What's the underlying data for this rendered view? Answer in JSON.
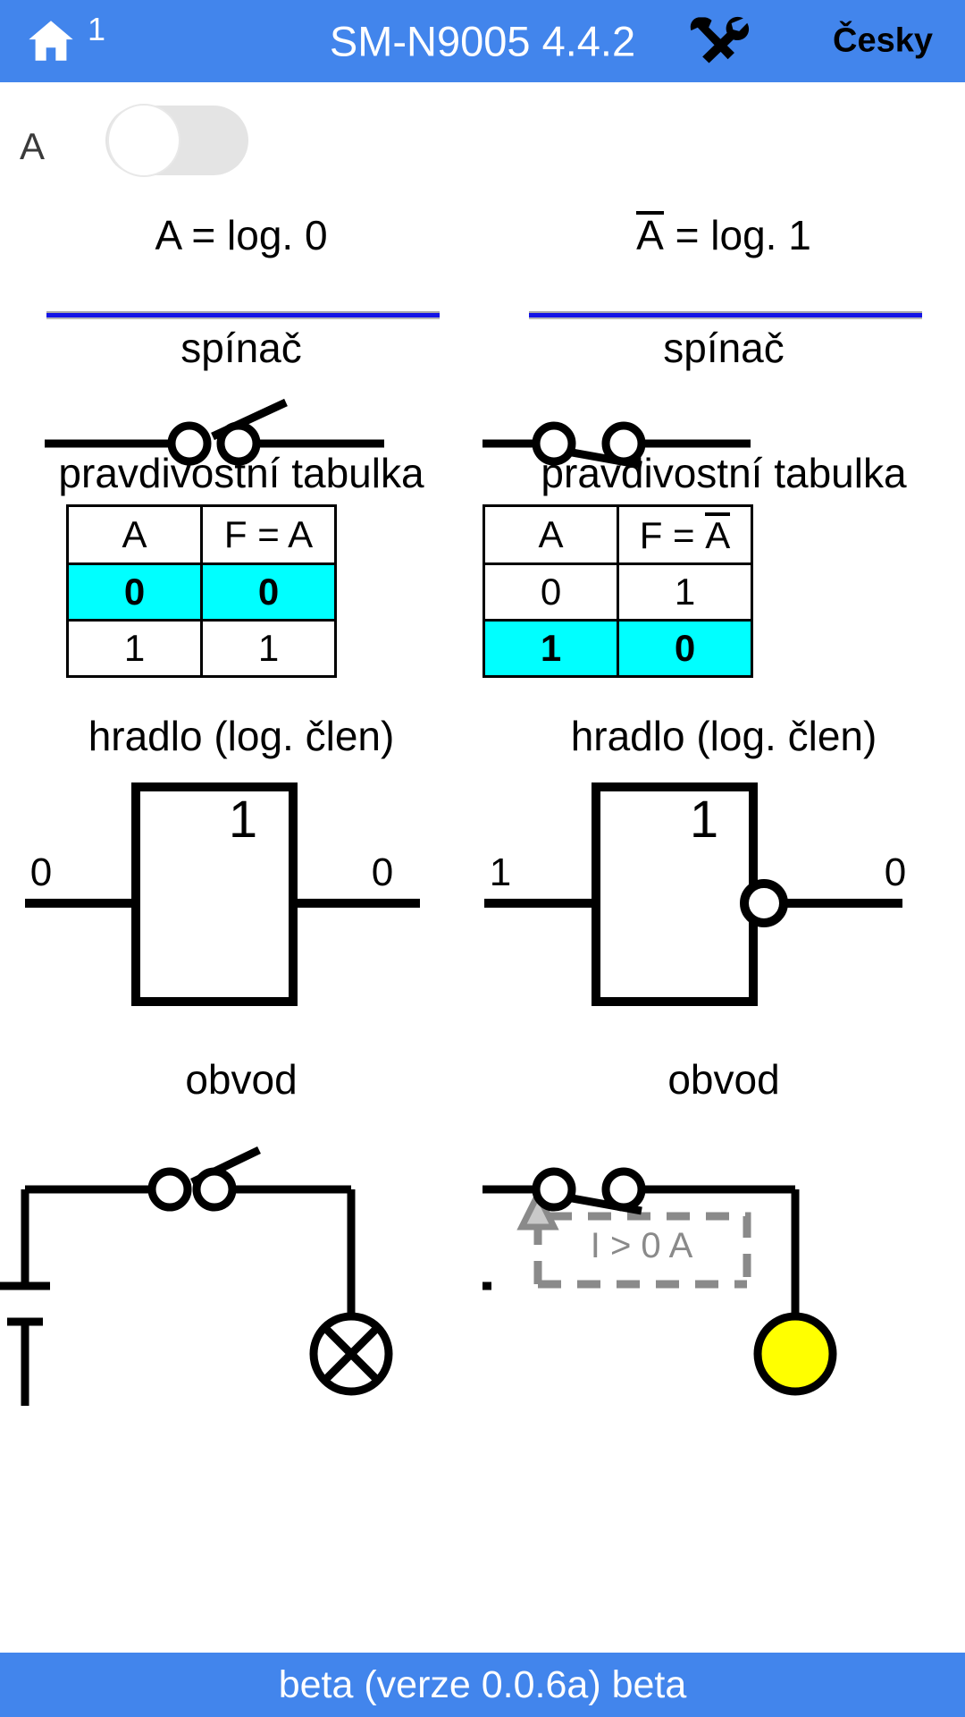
{
  "header": {
    "home_icon": "home-icon",
    "badge": "1",
    "title": "SM-N9005 4.4.2",
    "tools_icon": "tools-icon",
    "language": "Česky",
    "background_color": "#4285ec"
  },
  "toggle": {
    "label": "A",
    "state": "off",
    "track_color": "#e4e4e4",
    "knob_color": "#ffffff"
  },
  "colors": {
    "accent_blue": "#4285ec",
    "divider_blue": "#1414e6",
    "highlight_cyan": "#00ffff",
    "lamp_on": "#ffff00",
    "current_gray": "#888888"
  },
  "columns": [
    {
      "id": "left",
      "equation_prefix": "A",
      "equation_overline": false,
      "equation_suffix": " = log. 0",
      "sub_heading": "spínač",
      "switch_state": "open",
      "table_caption": "pravdivostní tabulka",
      "table": {
        "headers": [
          "A",
          "F = A"
        ],
        "header_overline": false,
        "rows": [
          {
            "cells": [
              "0",
              "0"
            ],
            "highlight": true
          },
          {
            "cells": [
              "1",
              "1"
            ],
            "highlight": false
          }
        ]
      },
      "gate_caption": "hradlo (log. člen)",
      "gate_symbol": "1",
      "gate_input": "0",
      "gate_output": "0",
      "gate_inverted": false,
      "circuit_caption": "obvod",
      "circuit_switch_state": "open",
      "lamp_state": "off",
      "current_label": ""
    },
    {
      "id": "right",
      "equation_prefix": "A",
      "equation_overline": true,
      "equation_suffix": " = log. 1",
      "sub_heading": "spínač",
      "switch_state": "closed",
      "table_caption": "pravdivostní tabulka",
      "table": {
        "headers": [
          "A",
          "F = A"
        ],
        "header_overline": true,
        "rows": [
          {
            "cells": [
              "0",
              "1"
            ],
            "highlight": false
          },
          {
            "cells": [
              "1",
              "0"
            ],
            "highlight": true
          }
        ]
      },
      "gate_caption": "hradlo (log. člen)",
      "gate_symbol": "1",
      "gate_input": "1",
      "gate_output": "0",
      "gate_inverted": true,
      "circuit_caption": "obvod",
      "circuit_switch_state": "closed",
      "lamp_state": "on",
      "current_label": "I > 0 A"
    }
  ],
  "footer": {
    "text": "beta (verze 0.0.6a) beta"
  }
}
